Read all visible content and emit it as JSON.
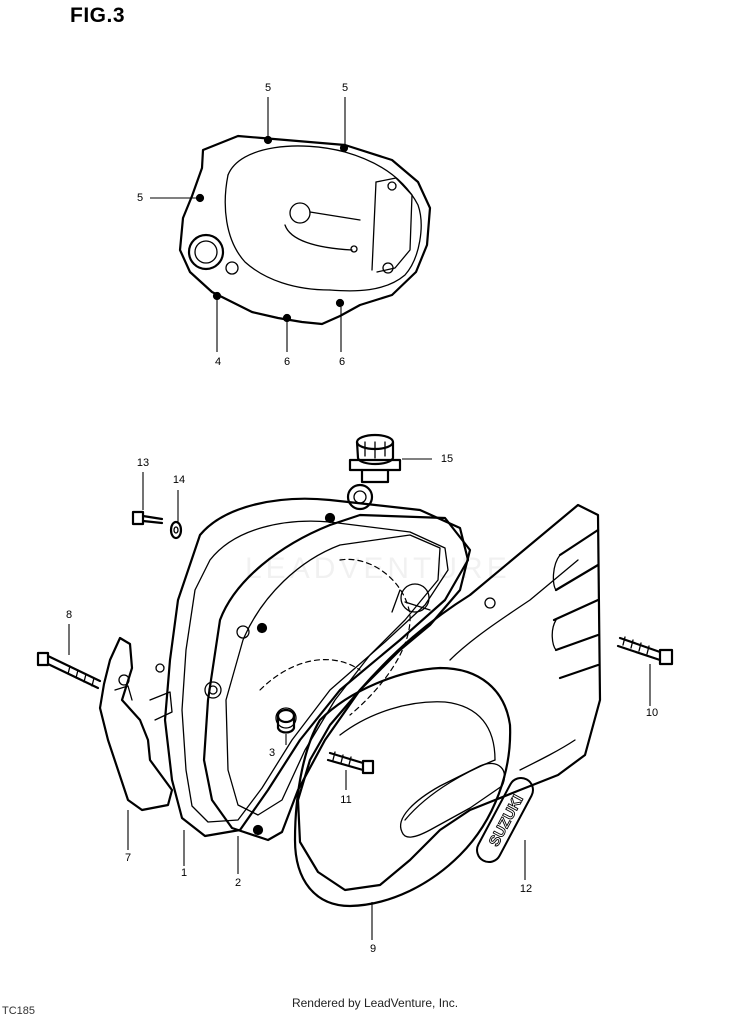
{
  "figure": {
    "title": "FIG.3"
  },
  "watermark": "LEADVENTURE",
  "footer": {
    "rendered_by": "Rendered by LeadVenture, Inc.",
    "code": "TC185"
  },
  "part_numbers": {
    "p1": "1",
    "p2": "2",
    "p3": "3",
    "p4": "4",
    "p5a": "5",
    "p5b": "5",
    "p5c": "5",
    "p6a": "6",
    "p6b": "6",
    "p7": "7",
    "p8": "8",
    "p9": "9",
    "p10": "10",
    "p11": "11",
    "p12": "12",
    "p13": "13",
    "p14": "14",
    "p15": "15"
  },
  "emblem": "SUZUKI"
}
